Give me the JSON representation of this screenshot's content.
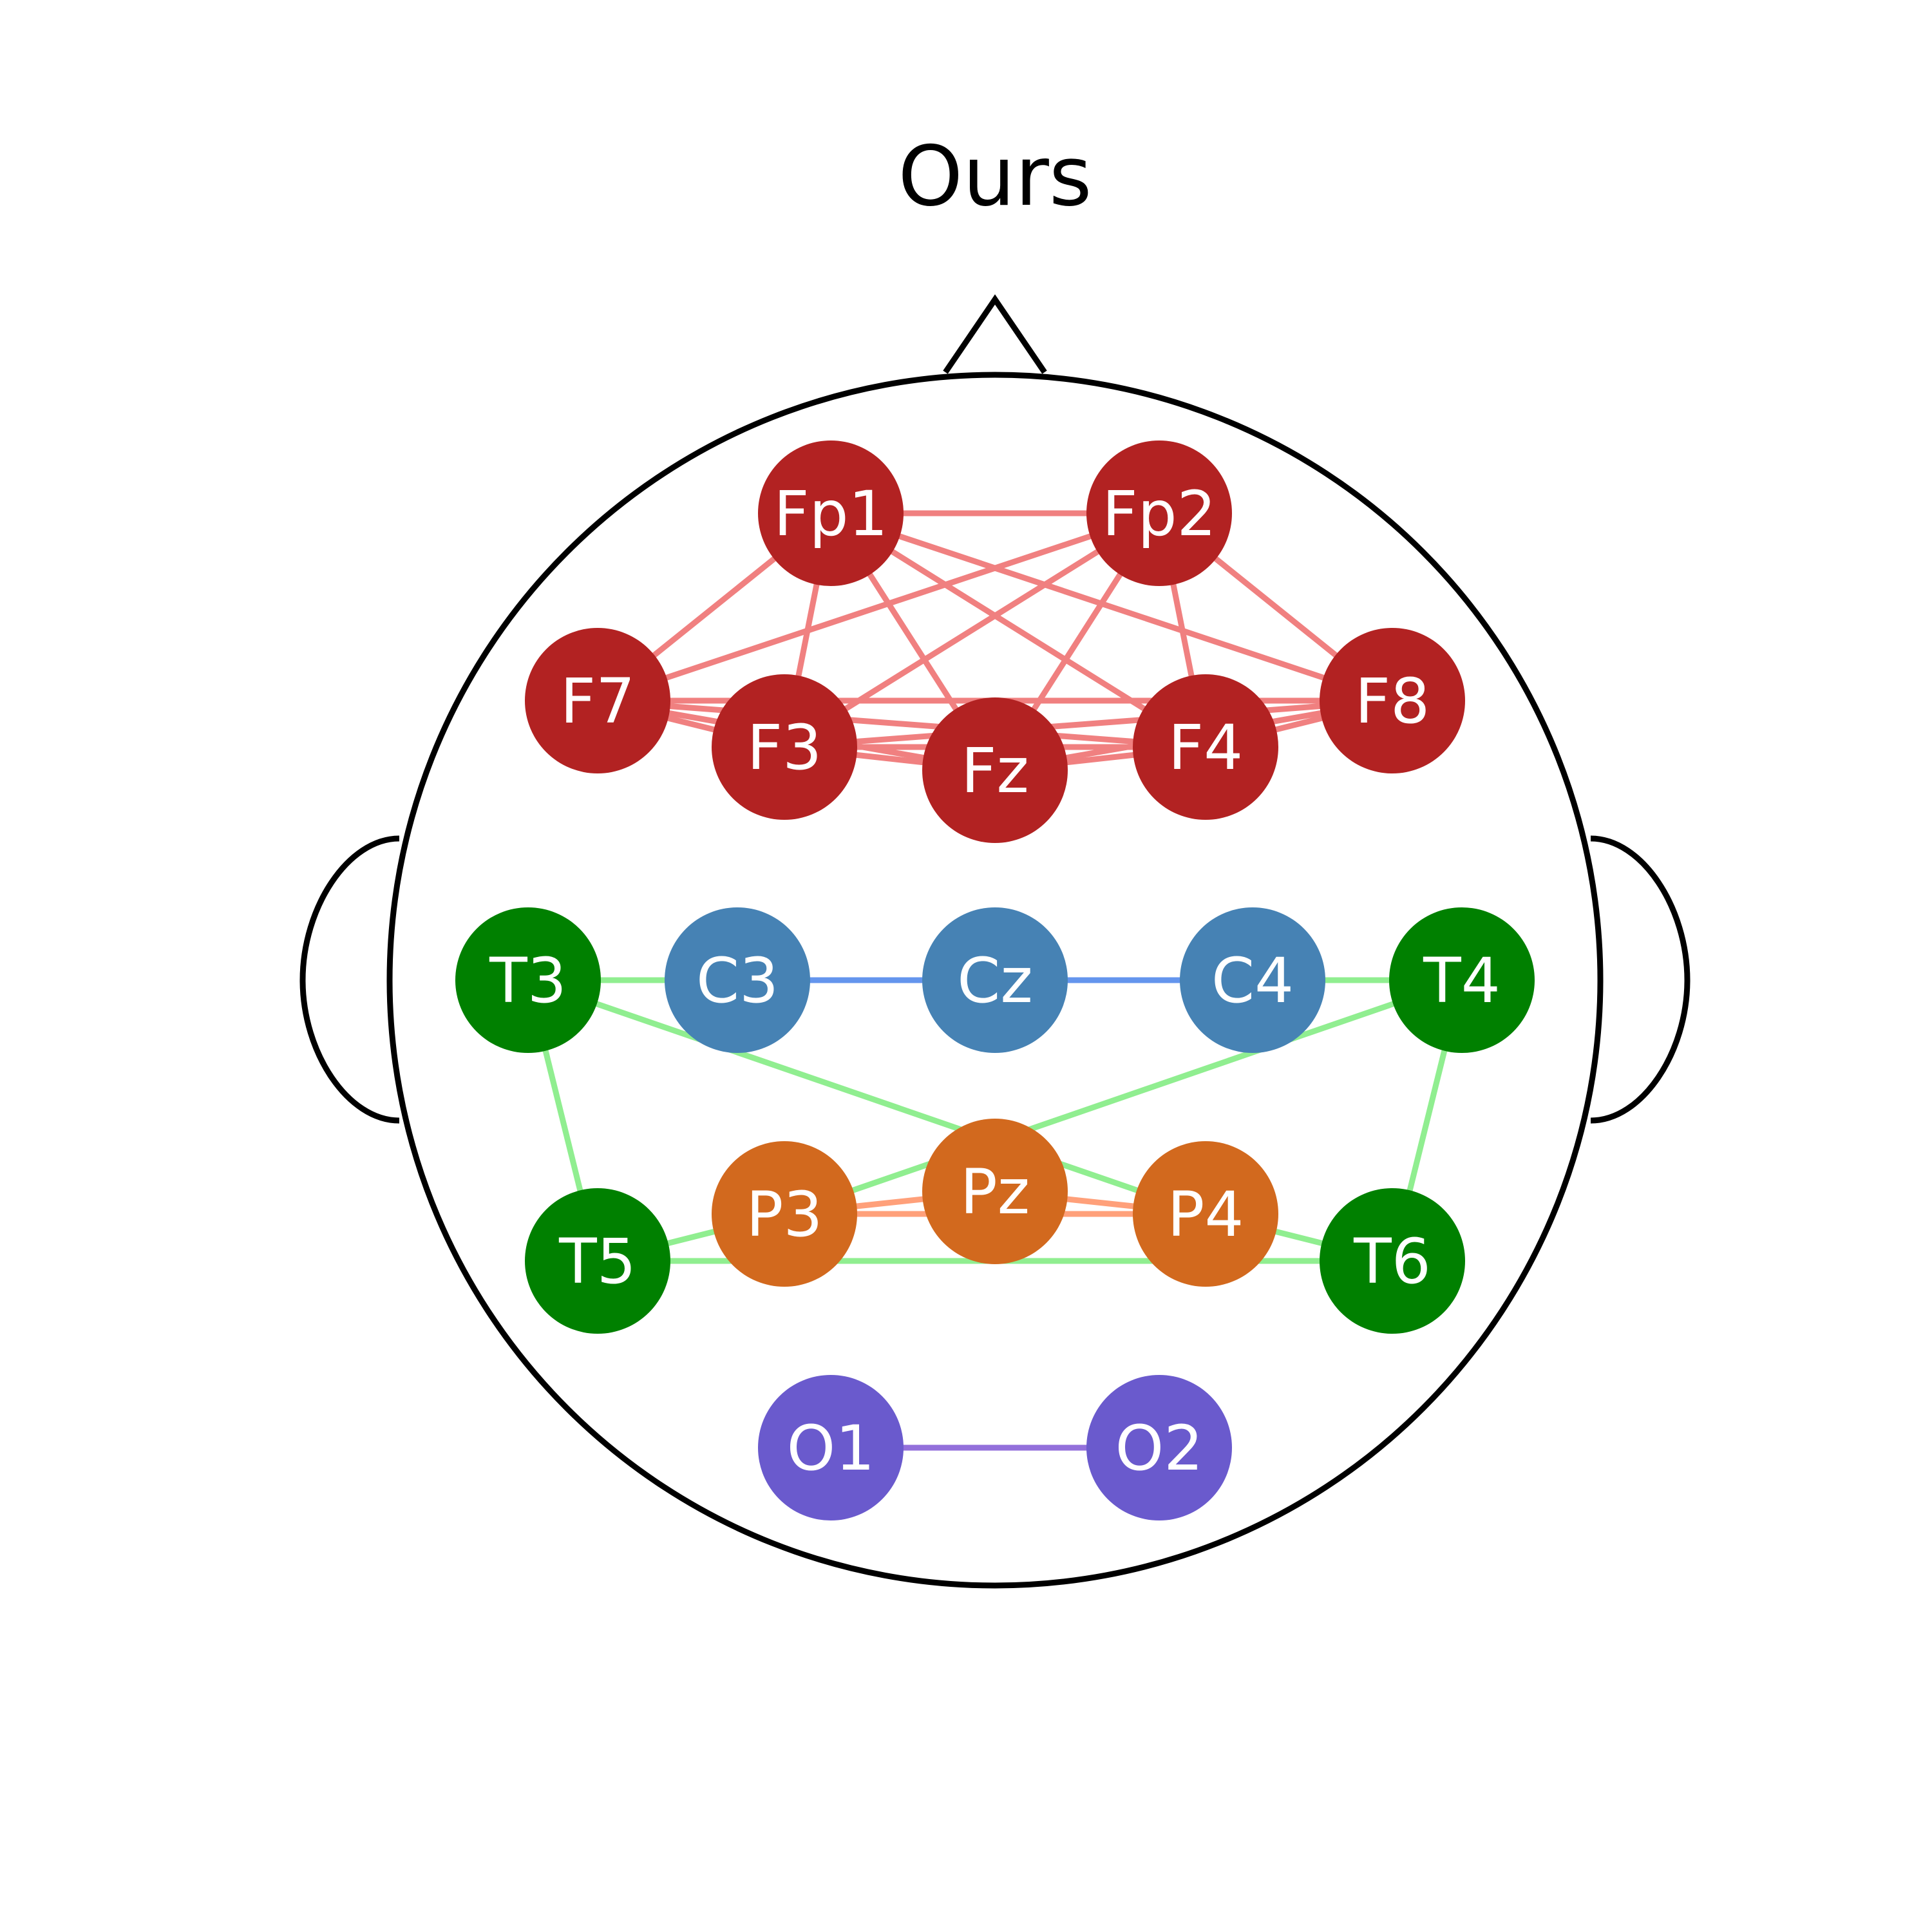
{
  "title": "Ours",
  "groups": {
    "frontal": {
      "node_color": "#b22222",
      "edge_color": "#f08080"
    },
    "central": {
      "node_color": "#4682b4",
      "edge_color": "#6495ed"
    },
    "temporal": {
      "node_color": "#008000",
      "edge_color": "#90ee90"
    },
    "parietal": {
      "node_color": "#d2691e",
      "edge_color": "#ffa07a"
    },
    "occipital": {
      "node_color": "#6a5acd",
      "edge_color": "#9370db"
    }
  },
  "nodes": [
    {
      "id": "Fp1",
      "label": "Fp1",
      "group": "frontal"
    },
    {
      "id": "Fp2",
      "label": "Fp2",
      "group": "frontal"
    },
    {
      "id": "F7",
      "label": "F7",
      "group": "frontal"
    },
    {
      "id": "F3",
      "label": "F3",
      "group": "frontal"
    },
    {
      "id": "Fz",
      "label": "Fz",
      "group": "frontal"
    },
    {
      "id": "F4",
      "label": "F4",
      "group": "frontal"
    },
    {
      "id": "F8",
      "label": "F8",
      "group": "frontal"
    },
    {
      "id": "T3",
      "label": "T3",
      "group": "temporal"
    },
    {
      "id": "C3",
      "label": "C3",
      "group": "central"
    },
    {
      "id": "Cz",
      "label": "Cz",
      "group": "central"
    },
    {
      "id": "C4",
      "label": "C4",
      "group": "central"
    },
    {
      "id": "T4",
      "label": "T4",
      "group": "temporal"
    },
    {
      "id": "T5",
      "label": "T5",
      "group": "temporal"
    },
    {
      "id": "P3",
      "label": "P3",
      "group": "parietal"
    },
    {
      "id": "Pz",
      "label": "Pz",
      "group": "parietal"
    },
    {
      "id": "P4",
      "label": "P4",
      "group": "parietal"
    },
    {
      "id": "T6",
      "label": "T6",
      "group": "temporal"
    },
    {
      "id": "O1",
      "label": "O1",
      "group": "occipital"
    },
    {
      "id": "O2",
      "label": "O2",
      "group": "occipital"
    }
  ],
  "edges": [
    [
      "Fp1",
      "Fp2"
    ],
    [
      "Fp1",
      "F7"
    ],
    [
      "Fp1",
      "F3"
    ],
    [
      "Fp1",
      "Fz"
    ],
    [
      "Fp1",
      "F4"
    ],
    [
      "Fp1",
      "F8"
    ],
    [
      "Fp2",
      "F7"
    ],
    [
      "Fp2",
      "F3"
    ],
    [
      "Fp2",
      "Fz"
    ],
    [
      "Fp2",
      "F4"
    ],
    [
      "Fp2",
      "F8"
    ],
    [
      "F7",
      "F3"
    ],
    [
      "F7",
      "Fz"
    ],
    [
      "F7",
      "F4"
    ],
    [
      "F7",
      "F8"
    ],
    [
      "F3",
      "Fz"
    ],
    [
      "F3",
      "F4"
    ],
    [
      "F3",
      "F8"
    ],
    [
      "Fz",
      "F4"
    ],
    [
      "Fz",
      "F8"
    ],
    [
      "F4",
      "F8"
    ],
    [
      "T3",
      "C3"
    ],
    [
      "C3",
      "Cz"
    ],
    [
      "Cz",
      "C4"
    ],
    [
      "C4",
      "T4"
    ],
    [
      "T3",
      "T5"
    ],
    [
      "T4",
      "T6"
    ],
    [
      "T3",
      "P4"
    ],
    [
      "T4",
      "P3"
    ],
    [
      "T5",
      "T6"
    ],
    [
      "T5",
      "P3"
    ],
    [
      "P4",
      "T6"
    ],
    [
      "P3",
      "Pz"
    ],
    [
      "Pz",
      "P4"
    ],
    [
      "P3",
      "P4"
    ],
    [
      "O1",
      "O2"
    ]
  ]
}
